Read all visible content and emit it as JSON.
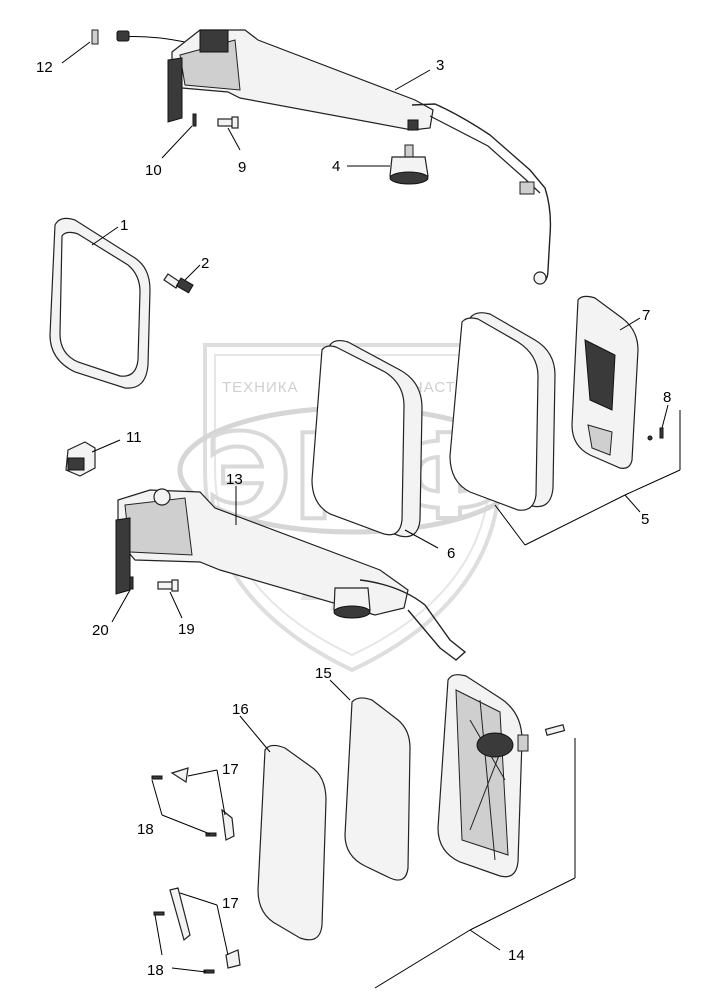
{
  "watermark": {
    "line1_left": "ТЕХНИКА",
    "line1_right": "ЗАПЧАСТИ",
    "letters": "ЭПФ"
  },
  "callouts": [
    {
      "id": "c1",
      "text": "1"
    },
    {
      "id": "c2",
      "text": "2"
    },
    {
      "id": "c3",
      "text": "3"
    },
    {
      "id": "c4",
      "text": "4"
    },
    {
      "id": "c5",
      "text": "5"
    },
    {
      "id": "c6",
      "text": "6"
    },
    {
      "id": "c7",
      "text": "7"
    },
    {
      "id": "c8",
      "text": "8"
    },
    {
      "id": "c9",
      "text": "9"
    },
    {
      "id": "c10",
      "text": "10"
    },
    {
      "id": "c11",
      "text": "11"
    },
    {
      "id": "c12",
      "text": "12"
    },
    {
      "id": "c13",
      "text": "13"
    },
    {
      "id": "c14",
      "text": "14"
    },
    {
      "id": "c15",
      "text": "15"
    },
    {
      "id": "c16",
      "text": "16"
    },
    {
      "id": "c17a",
      "text": "17"
    },
    {
      "id": "c17b",
      "text": "17"
    },
    {
      "id": "c18a",
      "text": "18"
    },
    {
      "id": "c18b",
      "text": "18"
    },
    {
      "id": "c19",
      "text": "19"
    },
    {
      "id": "c20",
      "text": "20"
    }
  ]
}
